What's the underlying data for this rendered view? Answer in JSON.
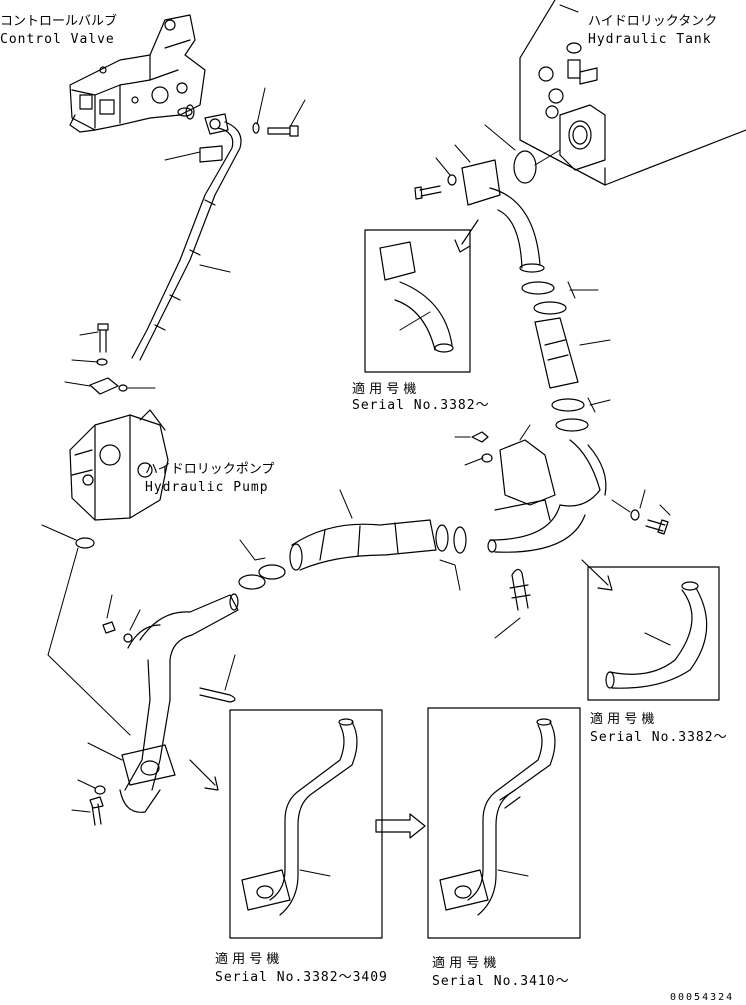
{
  "labels": {
    "control_valve_jp": "コントロールバルブ",
    "control_valve_en": "Control Valve",
    "hydraulic_tank_jp": "ハイドロリックタンク",
    "hydraulic_tank_en": "Hydraulic Tank",
    "hydraulic_pump_jp": "ハイドロリックポンプ",
    "hydraulic_pump_en": "Hydraulic Pump"
  },
  "applicability": {
    "elbow_tank": {
      "jp": "適 用 号 機",
      "serial": "Serial No.3382〜"
    },
    "elbow_right": {
      "jp": "適 用 号 機",
      "serial": "Serial No.3382〜"
    },
    "tube_a": {
      "jp": "適 用 号 機",
      "serial": "Serial No.3382〜3409"
    },
    "tube_b": {
      "jp": "適 用 号 機",
      "serial": "Serial No.3410〜"
    }
  },
  "document_number": "00054324"
}
